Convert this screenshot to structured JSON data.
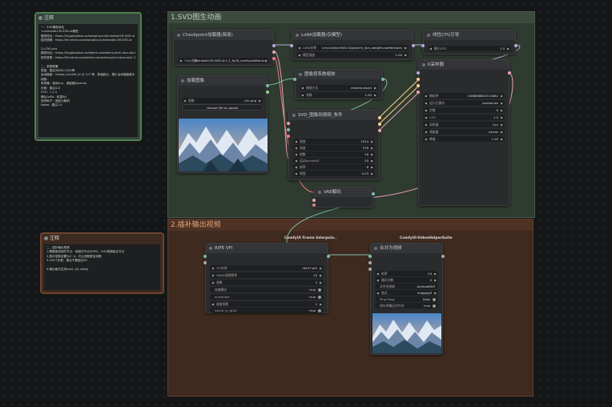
{
  "groups": {
    "svd": "1.SVD图生动画",
    "output": "2.插补输出视频"
  },
  "notes": {
    "note1": {
      "title": "注释",
      "lines": [
        "一、SVD模型地址",
        "1.animateLCM-SVD-xt模型",
        "模型地址：https://huggingface.co/wangfuyun/AnimateLCM-SVD-xt",
        "国内镜像：https://hf-mirror.com/wangfuyun/AnimateLCM-SVD-xt",
        "",
        "2.LCM-Lora",
        "模型地址：https://huggingface.co/latent-consistency/lcm-lora-sdv1-5",
        "国内镜像：https://hf-mirror.com/latent-consistency/lcm-lora-sdv1-5",
        "",
        "二、参数配置",
        "宽度：建议为640,1024等",
        "运动幅度：motion_bucket_id 为 127 等，数值越大，图片运动幅度越大",
        "帧数：",
        "采样器：使用lcm，调度器为karras",
        "步数：建议4-8",
        "CFG：1-1.5",
        "确认LoRA：权重为1",
        "采样种子：固定为随机",
        "Noise：建议1.0"
      ]
    },
    "note2": {
      "title": "注释",
      "lines": [
        "二、插补输出视频",
        "1.需要使用到的节点：帧插补节点(RIFE)，VHS视频组合节点",
        "2.插补倍数设置为2~4，可让视频更加流畅",
        "3.100个步数，建议不要超过60",
        "",
        "4.输出格式支持mp4, gif, webp"
      ]
    }
  },
  "nodes": {
    "checkpoint": {
      "title": "Checkpoint加载器(简易)",
      "ckpt_label": "Ckpt名称",
      "ckpt_value": "AnimateLCM-SVD-xt-1.1_fp16_comfy.safetensors"
    },
    "lora": {
      "title": "LoRA加载器(仅模型)",
      "lora_label": "LoRA名称",
      "lora_value": "lcm-lora/lcmSD1.5/pytorch_lora_weights.safetensors",
      "strength_label": "模型强度",
      "strength_value": "1.00"
    },
    "cfg": {
      "title": "线性CFG引导",
      "min_cfg_label": "最小CFG",
      "min_cfg_value": "1.0"
    },
    "load_image": {
      "title": "加载图像",
      "image_label": "图像",
      "image_value": "14c.png",
      "upload_label": "choose file to upload"
    },
    "upscale": {
      "title": "图像按系数缩放",
      "method_label": "缩放方法",
      "method_value": "nearest-exact",
      "scale_label": "系数",
      "scale_value": "1.00"
    },
    "svd_cond": {
      "title": "SVD_图像到视频_条件",
      "rows": [
        {
          "label": "宽度",
          "value": "1024"
        },
        {
          "label": "高度",
          "value": "576"
        },
        {
          "label": "帧数",
          "value": "16"
        },
        {
          "label": "运动bucketID",
          "value": "30"
        },
        {
          "label": "帧率",
          "value": "8"
        },
        {
          "label": "增强",
          "value": "0.03"
        }
      ]
    },
    "ksampler": {
      "title": "K采样器",
      "rows": [
        {
          "label": "随机种",
          "value": "1068888801514682"
        },
        {
          "label": "运行后操作",
          "value": "randomize"
        },
        {
          "label": "步数",
          "value": "6"
        },
        {
          "label": "CFG",
          "value": "1.5"
        },
        {
          "label": "采样器",
          "value": "lcm"
        },
        {
          "label": "调度器",
          "value": "karras"
        },
        {
          "label": "降噪",
          "value": "1.00"
        }
      ]
    },
    "vae_decode": {
      "title": "VAE解码"
    },
    "rife": {
      "pack": "ComfyUI Frame Interpola..",
      "title": "RIFE VFI",
      "rows": [
        {
          "label": "VFI名称",
          "value": "rife47.pth",
          "toggle": false
        },
        {
          "label": "VRAM清理频率",
          "value": "10",
          "toggle": false
        },
        {
          "label": "乘数",
          "value": "3",
          "toggle": false
        },
        {
          "label": "快速模式",
          "value": "true",
          "toggle": true
        },
        {
          "label": "ensemble",
          "value": "true",
          "toggle": true
        },
        {
          "label": "缩放系数",
          "value": "1",
          "toggle": false
        },
        {
          "label": "cache_in_fp16",
          "value": "true",
          "toggle": true
        }
      ]
    },
    "video_combine": {
      "pack": "ComfyUI-VideoHelperSuite",
      "title": "合并为视频",
      "rows": [
        {
          "label": "帧率",
          "value": "24",
          "toggle": false
        },
        {
          "label": "循环次数",
          "value": "0",
          "toggle": false
        },
        {
          "label": "文件名前缀",
          "value": "AnimateDiff",
          "toggle": false
        },
        {
          "label": "格式",
          "value": "image/gif",
          "toggle": false
        },
        {
          "label": "Ping Pong",
          "value": "false",
          "toggle": true
        },
        {
          "label": "保存到输出文件夹",
          "value": "true",
          "toggle": true
        }
      ]
    }
  },
  "colors": {
    "group_svd": "#2f3a30",
    "group_output": "#3f2a1f",
    "wire_model": "#b8a7d9",
    "wire_image": "#7fb9ae",
    "wire_latent": "#e8a3b9",
    "wire_vae": "#e87d7d",
    "wire_cond": "#ffd38a"
  }
}
